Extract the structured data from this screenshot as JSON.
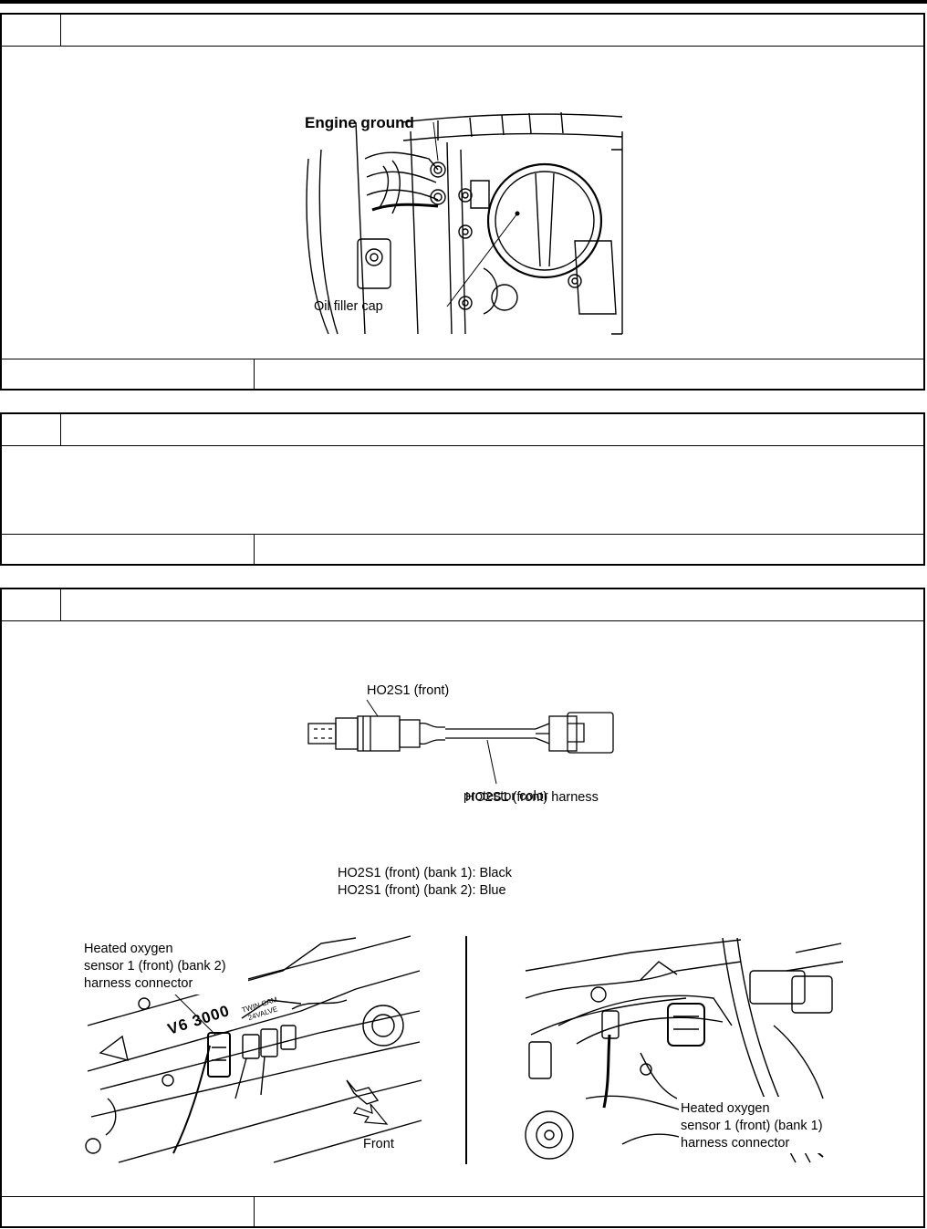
{
  "figure1": {
    "engine_ground_label": "Engine ground",
    "oil_filler_cap_label": "Oil filler cap"
  },
  "figure2": {
    "sensor_label": "HO2S1  (front)",
    "harness_label_line1": "HO2S1  (front)  harness",
    "harness_label_line2": "protector  color"
  },
  "color_notes": [
    "HO2S1  (front)  (bank  1):  Black",
    "HO2S1  (front)  (bank  2):  Blue"
  ],
  "figure3": {
    "left_label_line1": "Heated oxygen",
    "left_label_line2": "sensor 1 (front) (bank 2)",
    "left_label_line3": "harness connector",
    "engine_badge": "V6 3000",
    "engine_badge_small1": "TWIN CAM",
    "engine_badge_small2": "24VALVE",
    "front_label": "Front",
    "right_label_line1": "Heated oxygen",
    "right_label_line2": "sensor 1 (front) (bank 1)",
    "right_label_line3": "harness connector"
  }
}
